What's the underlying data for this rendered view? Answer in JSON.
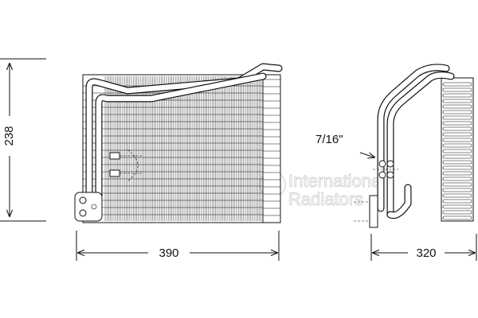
{
  "dimensions": {
    "height": "238",
    "width_front": "390",
    "width_side": "320"
  },
  "callout": {
    "fitting_size": "7/16\""
  },
  "watermark": {
    "line1": "International",
    "line2": "Radiators"
  }
}
